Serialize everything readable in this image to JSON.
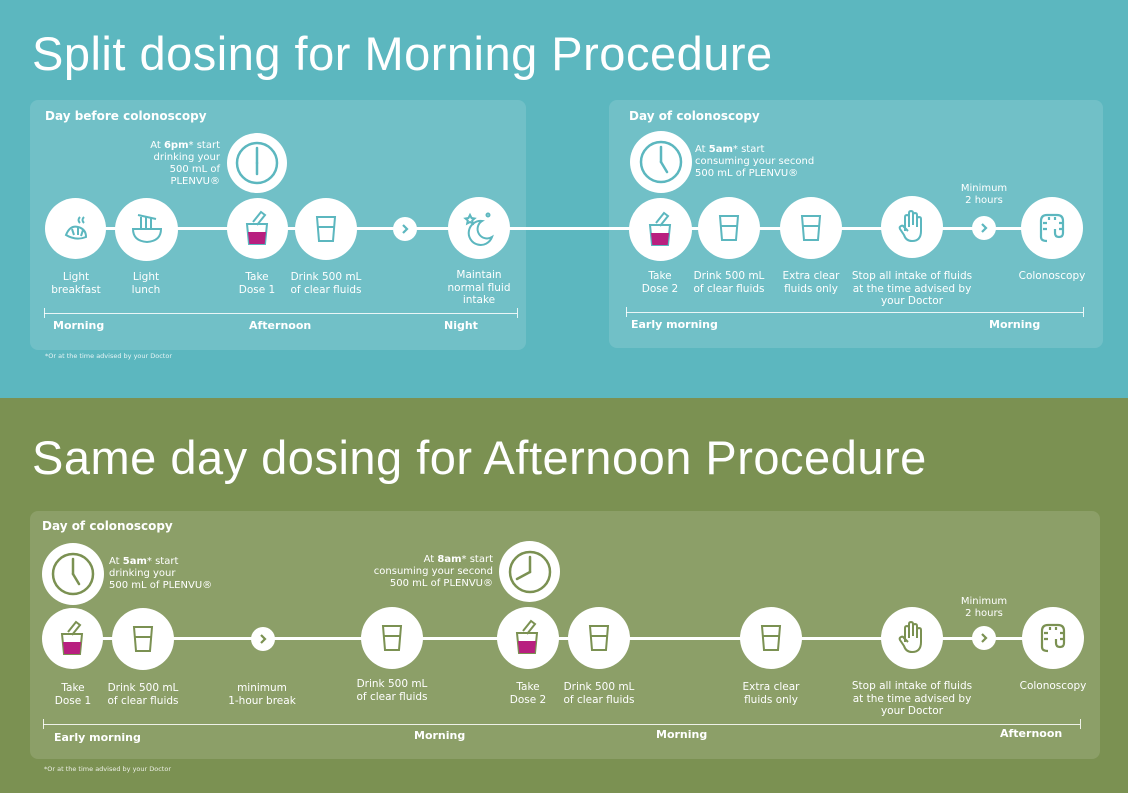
{
  "colors": {
    "top_bg": "#5cb7bf",
    "bottom_bg": "#7b9152",
    "accent": "#b81f7f",
    "white": "#ffffff"
  },
  "split": {
    "title": "Split dosing for Morning Procedure",
    "day_before": {
      "label": "Day before colonoscopy",
      "note_pre": "At ",
      "note_time": "6pm",
      "note_post": "* start\ndrinking your\n500 mL of PLENVU®",
      "steps": [
        {
          "icon": "breakfast-icon",
          "caption": "Light\nbreakfast"
        },
        {
          "icon": "noodle-bowl-icon",
          "caption": "Light\nlunch"
        },
        {
          "icon": "dose-cup-icon",
          "caption": "Take\nDose 1"
        },
        {
          "icon": "glass-icon",
          "caption": "Drink 500 mL\nof clear fluids"
        },
        {
          "icon": "night-sky-icon",
          "caption": "Maintain\nnormal fluid\nintake"
        }
      ],
      "periods": [
        "Morning",
        "Afternoon",
        "Night"
      ]
    },
    "day_of": {
      "label": "Day of colonoscopy",
      "note_pre": "At ",
      "note_time": "5am",
      "note_post": "* start\nconsuming your second\n500 mL of PLENVU®",
      "minimum": "Minimum\n2 hours",
      "steps": [
        {
          "icon": "dose-cup-icon",
          "caption": "Take\nDose 2"
        },
        {
          "icon": "glass-icon",
          "caption": "Drink 500 mL\nof clear fluids"
        },
        {
          "icon": "glass-icon",
          "caption": "Extra clear\nfluids only"
        },
        {
          "icon": "stop-hand-icon",
          "caption": "Stop all intake of fluids\nat the time advised by\nyour Doctor"
        },
        {
          "icon": "colon-icon",
          "caption": "Colonoscopy"
        }
      ],
      "periods": [
        "Early morning",
        "Morning"
      ]
    },
    "footnote": "*Or at the time advised by your Doctor"
  },
  "same": {
    "title": "Same day dosing for Afternoon Procedure",
    "label": "Day of colonoscopy",
    "note1_pre": "At ",
    "note1_time": "5am",
    "note1_post": "* start\ndrinking your\n500 mL of PLENVU®",
    "note2_pre": "At ",
    "note2_time": "8am",
    "note2_post": "* start\nconsuming your second\n500 mL of PLENVU®",
    "minimum": "Minimum\n2 hours",
    "break_caption": "minimum\n1-hour break",
    "steps": [
      {
        "icon": "dose-cup-icon",
        "caption": "Take\nDose 1"
      },
      {
        "icon": "glass-icon",
        "caption": "Drink 500 mL\nof clear fluids"
      },
      {
        "icon": "glass-icon",
        "caption": "Drink 500 mL\nof clear fluids"
      },
      {
        "icon": "dose-cup-icon",
        "caption": "Take\nDose 2"
      },
      {
        "icon": "glass-icon",
        "caption": "Drink 500 mL\nof clear fluids"
      },
      {
        "icon": "glass-icon",
        "caption": "Extra clear\nfluids only"
      },
      {
        "icon": "stop-hand-icon",
        "caption": "Stop all intake of fluids\nat the time advised by\nyour Doctor"
      },
      {
        "icon": "colon-icon",
        "caption": "Colonoscopy"
      }
    ],
    "periods": [
      "Early morning",
      "Morning",
      "Morning",
      "Afternoon"
    ],
    "footnote": "*Or at the time advised by your Doctor"
  }
}
